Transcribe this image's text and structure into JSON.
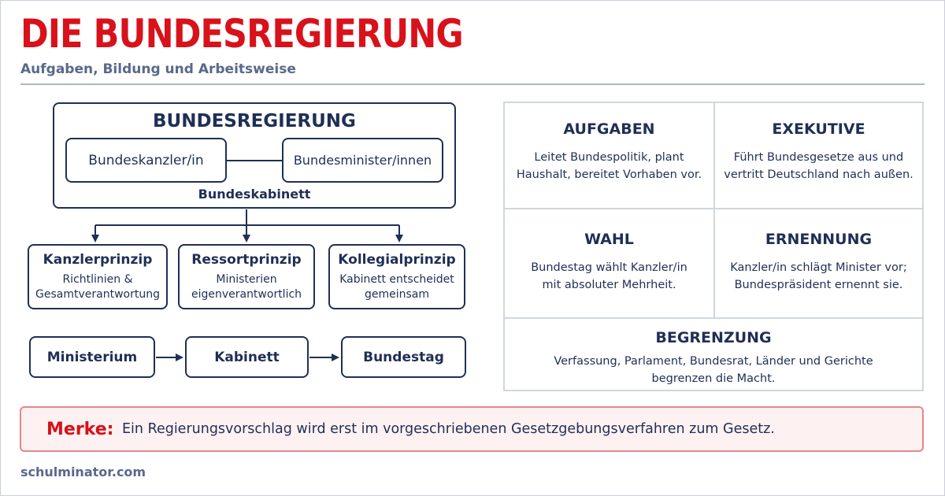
{
  "header": {
    "title": "DIE BUNDESREGIERUNG",
    "subtitle": "Aufgaben, Bildung und Arbeitsweise"
  },
  "structure": {
    "title": "BUNDESREGIERUNG",
    "left_member": "Bundeskanzler/in",
    "right_member": "Bundesminister/innen",
    "group_label": "Bundeskabinett"
  },
  "principles": [
    {
      "name": "Kanzlerprinzip",
      "desc_line1": "Richtlinien &",
      "desc_line2": "Gesamtverantwortung"
    },
    {
      "name": "Ressortprinzip",
      "desc_line1": "Ministerien",
      "desc_line2": "eigenverantwortlich"
    },
    {
      "name": "Kollegialprinzip",
      "desc_line1": "Kabinett entscheidet",
      "desc_line2": "gemeinsam"
    }
  ],
  "flow": [
    "Ministerium",
    "Kabinett",
    "Bundestag"
  ],
  "facts": {
    "aufgaben": {
      "title": "AUFGABEN",
      "line1": "Leitet Bundespolitik, plant",
      "line2": "Haushalt, bereitet Vorhaben vor."
    },
    "exekutive": {
      "title": "EXEKUTIVE",
      "line1": "Führt Bundesgesetze aus und",
      "line2": "vertritt Deutschland nach außen."
    },
    "wahl": {
      "title": "WAHL",
      "line1": "Bundestag wählt Kanzler/in",
      "line2": "mit absoluter Mehrheit."
    },
    "ernennung": {
      "title": "ERNENNUNG",
      "line1": "Kanzler/in schlägt Minister vor;",
      "line2": "Bundespräsident ernennt sie."
    },
    "begrenzung": {
      "title": "BEGRENZUNG",
      "line1": "Verfassung, Parlament, Bundesrat, Länder und Gerichte",
      "line2": "begrenzen die Macht."
    }
  },
  "note": {
    "label": "Merke:",
    "text": "Ein Regierungsvorschlag wird erst im vorgeschriebenen Gesetzgebungsverfahren zum Gesetz."
  },
  "footer": {
    "site": "schulminator.com"
  },
  "colors": {
    "accent_red": "#d9111a",
    "navy": "#1f2f55",
    "muted": "#59698a"
  }
}
